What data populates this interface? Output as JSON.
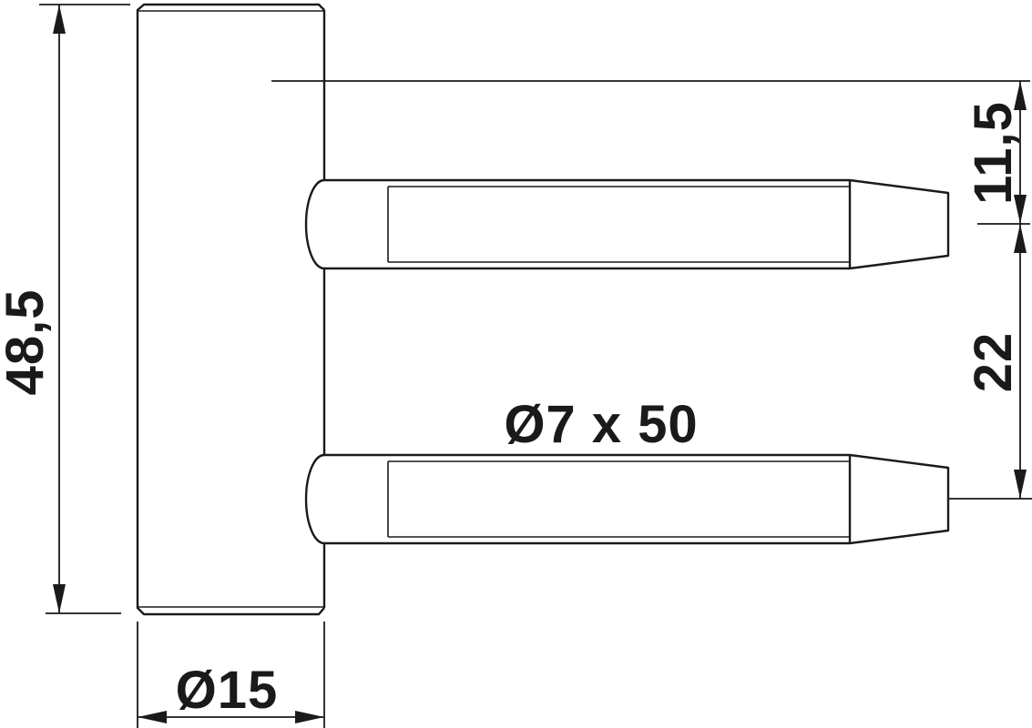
{
  "drawing": {
    "type": "technical-drawing",
    "subject": "door hinge frame part, side view",
    "labels": {
      "height": "48,5",
      "barrel_diameter": "Ø15",
      "pin_size": "Ø7 x 50",
      "pin_offset": "11,5",
      "pin_spacing": "22"
    },
    "colors": {
      "line": "#1a1a1a",
      "background": "#ffffff"
    }
  }
}
